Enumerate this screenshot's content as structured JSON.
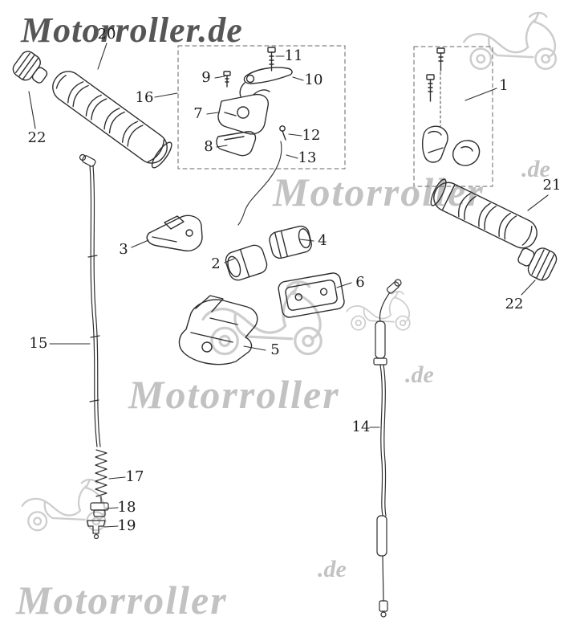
{
  "watermarks": {
    "top_full": "Motorroller.de",
    "brand_word": "Motorroller",
    "tld": ".de"
  },
  "colors": {
    "line_art": "#2e2e2e",
    "watermark_light": "#c2c2c2",
    "watermark_dark": "#565656",
    "background": "#ffffff"
  },
  "callouts": [
    {
      "label": "20"
    },
    {
      "label": "22"
    },
    {
      "label": "16"
    },
    {
      "label": "11"
    },
    {
      "label": "9"
    },
    {
      "label": "10"
    },
    {
      "label": "7"
    },
    {
      "label": "12"
    },
    {
      "label": "8"
    },
    {
      "label": "13"
    },
    {
      "label": "1"
    },
    {
      "label": "21"
    },
    {
      "label": "22"
    },
    {
      "label": "3"
    },
    {
      "label": "2"
    },
    {
      "label": "4"
    },
    {
      "label": "6"
    },
    {
      "label": "5"
    },
    {
      "label": "15"
    },
    {
      "label": "17"
    },
    {
      "label": "18"
    },
    {
      "label": "19"
    },
    {
      "label": "14"
    }
  ]
}
